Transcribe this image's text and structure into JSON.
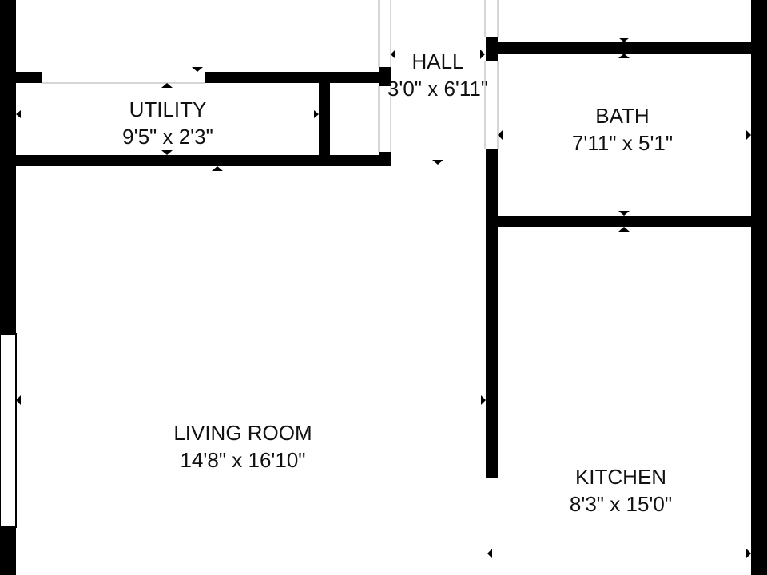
{
  "plan": {
    "wall_color": "#000000",
    "background": "#ffffff",
    "rooms": {
      "hall": {
        "name": "HALL",
        "dimensions": "3'0\" x 6'11\""
      },
      "utility": {
        "name": "UTILITY",
        "dimensions": "9'5\" x 2'3\""
      },
      "bath": {
        "name": "BATH",
        "dimensions": "7'11\" x 5'1\""
      },
      "living_room": {
        "name": "LIVING ROOM",
        "dimensions": "14'8\" x 16'10\""
      },
      "kitchen": {
        "name": "KITCHEN",
        "dimensions": "8'3\" x 15'0\""
      }
    }
  }
}
